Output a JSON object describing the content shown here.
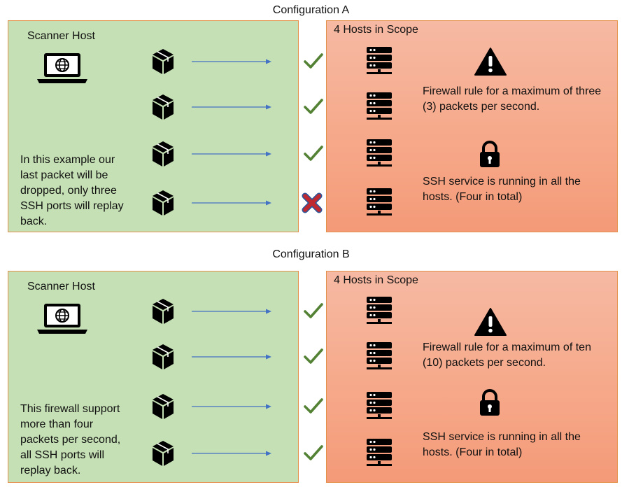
{
  "colors": {
    "left_panel_bg": "#c5e0b4",
    "right_panel_bg": "#f6a98a",
    "panel_border": "#e3914a",
    "arrow": "#4472c4",
    "check": "#548235",
    "cross_fill": "#c0292f",
    "cross_outline": "#2f5597"
  },
  "configs": [
    {
      "title": "Configuration A",
      "scanner_label": "Scanner Host",
      "scope_label": "4 Hosts in Scope",
      "note": "In this example our last packet will be dropped, only three SSH ports will replay back.",
      "firewall_text": "Firewall rule for a maximum of three (3) packets per second.",
      "ssh_text": "SSH service is running in all the hosts. (Four in total)",
      "results": [
        "check",
        "check",
        "check",
        "cross"
      ]
    },
    {
      "title": "Configuration B",
      "scanner_label": "Scanner Host",
      "scope_label": "4 Hosts in Scope",
      "note": "This firewall support more than four packets per second, all SSH ports will replay back.",
      "firewall_text": "Firewall rule for a maximum of ten (10) packets per second.",
      "ssh_text": "SSH service is running in all the hosts. (Four in total)",
      "results": [
        "check",
        "check",
        "check",
        "check"
      ]
    }
  ],
  "icons": {
    "scanner": "laptop-globe-icon",
    "packet": "package-box-icon",
    "host": "server-rack-icon",
    "warning": "warning-triangle-icon",
    "lock": "padlock-icon",
    "success": "checkmark-icon",
    "failure": "red-x-icon"
  }
}
